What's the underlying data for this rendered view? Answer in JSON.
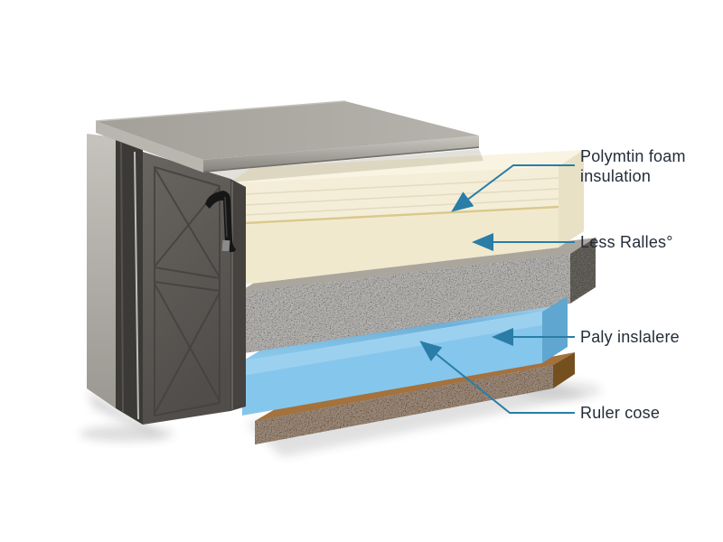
{
  "scene": {
    "background": "#ffffff",
    "labels": {
      "label1": {
        "line1": "Polymtin foam",
        "line2": "insulation"
      },
      "label2": {
        "text": "Less Ralles°"
      },
      "label3": {
        "text": "Paly inslalere"
      },
      "label4": {
        "text": "Ruler cose"
      }
    },
    "colors": {
      "leader_line": "#2a7da7",
      "label_text": "#232d38",
      "metal_plate": "#a9a6a0",
      "door_panel": "#5c5955",
      "door_frame": "#b4b1ab",
      "foam_cream": "#f4eed8",
      "foam_seam": "#d9c98c",
      "concrete_gray": "#98948c",
      "foam_blue": "#85c6ec",
      "cork_brown": "#8a5a30"
    }
  }
}
